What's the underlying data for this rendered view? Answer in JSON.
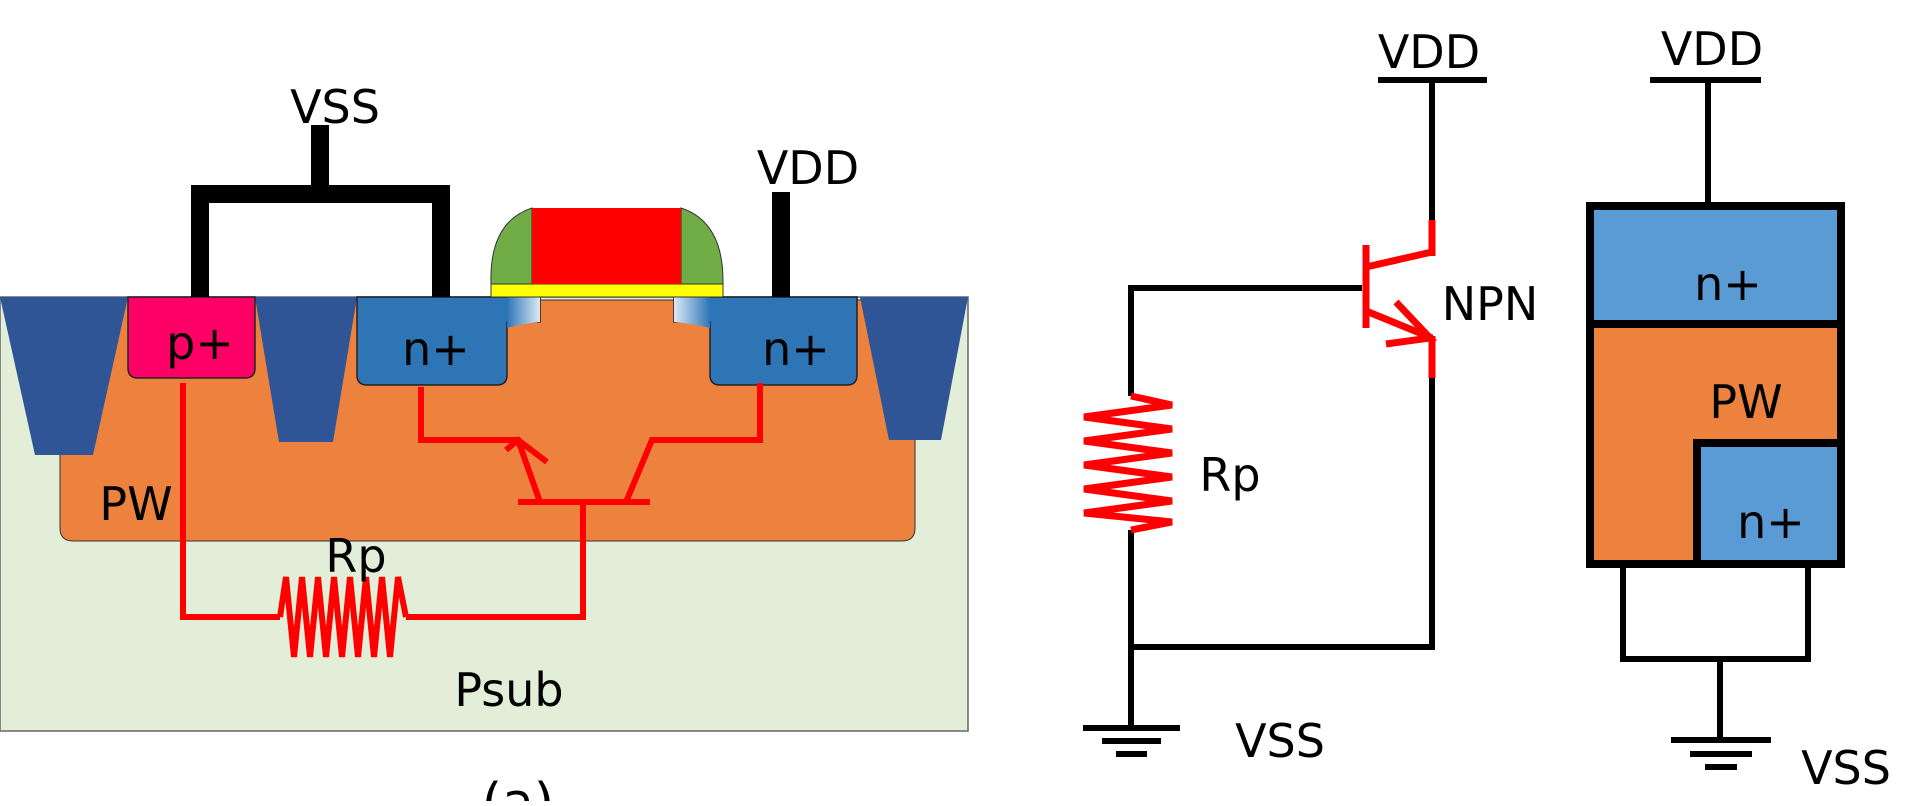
{
  "cross_section": {
    "vss_label": "VSS",
    "vdd_label": "VDD",
    "p_plus_label": "p+",
    "n_plus_left_label": "n+",
    "n_plus_right_label": "n+",
    "pw_label": "PW",
    "rp_label": "Rp",
    "psub_label": "Psub",
    "caption": "(a)"
  },
  "schematic": {
    "vdd_label": "VDD",
    "npn_label": "NPN",
    "rp_label": "Rp",
    "vss_label": "VSS"
  },
  "stack": {
    "vdd_label": "VDD",
    "n_plus_top_label": "n+",
    "pw_label": "PW",
    "n_plus_bottom_label": "n+",
    "vss_label": "VSS"
  },
  "colors": {
    "substrate": "#e2eed8",
    "pwell": "#ed823e",
    "sti": "#2f5597",
    "n_plus": "#2e75b6",
    "p_plus": "#ff0066",
    "gate": "#ff0000",
    "spacer": "#70ad47",
    "gate_oxide": "#ffff00",
    "parasitic": "#ff0000",
    "n_plus_stack": "#5b9bd5"
  }
}
